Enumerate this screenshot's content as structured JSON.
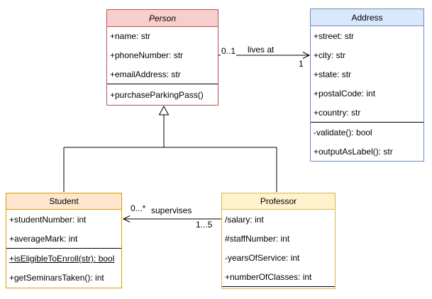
{
  "diagram": {
    "type": "uml-class-diagram",
    "background_color": "#ffffff",
    "classes": [
      {
        "name": "Person",
        "title": "Person",
        "abstract": true,
        "attributes": [
          "+name: str",
          "+phoneNumber: str",
          "+emailAddress: str"
        ],
        "methods": [
          "+purchaseParkingPass()"
        ],
        "fill_color": "#f8cecc",
        "stroke_color": "#b85450"
      },
      {
        "name": "Address",
        "title": "Address",
        "abstract": false,
        "attributes": [
          "+street: str",
          "+city: str",
          "+state: str",
          "+postalCode: int",
          "+country: str"
        ],
        "methods": [
          "-validate(): bool",
          "+outputAsLabel(): str"
        ],
        "fill_color": "#dae8fc",
        "stroke_color": "#6c8ebf"
      },
      {
        "name": "Student",
        "title": "Student",
        "abstract": false,
        "attributes": [
          "+studentNumber: int",
          "+averageMark: int"
        ],
        "methods": [
          "+isEligibleToEnroll(str): bool",
          "+getSeminarsTaken(): int"
        ],
        "static_method_index": 0,
        "fill_color": "#ffe6cc",
        "stroke_color": "#d79b00"
      },
      {
        "name": "Professor",
        "title": "Professor",
        "abstract": false,
        "attributes": [
          "/salary: int",
          "#staffNumber: int",
          "-yearsOfService: int",
          "+numberOfClasses: int"
        ],
        "methods": [],
        "fill_color": "#fff2cc",
        "stroke_color": "#d6b656"
      }
    ],
    "edges": {
      "lives_at": {
        "type": "association",
        "label": "lives at",
        "source": "Person",
        "target": "Address",
        "mult_near_person": "0..1",
        "mult_near_address": "1"
      },
      "supervises": {
        "type": "association",
        "label": "supervises",
        "source": "Professor",
        "target": "Student",
        "mult_near_student": "0...*",
        "mult_near_professor": "1...5"
      },
      "generalizations": [
        {
          "from": "Student",
          "to": "Person"
        },
        {
          "from": "Professor",
          "to": "Person"
        }
      ]
    }
  }
}
